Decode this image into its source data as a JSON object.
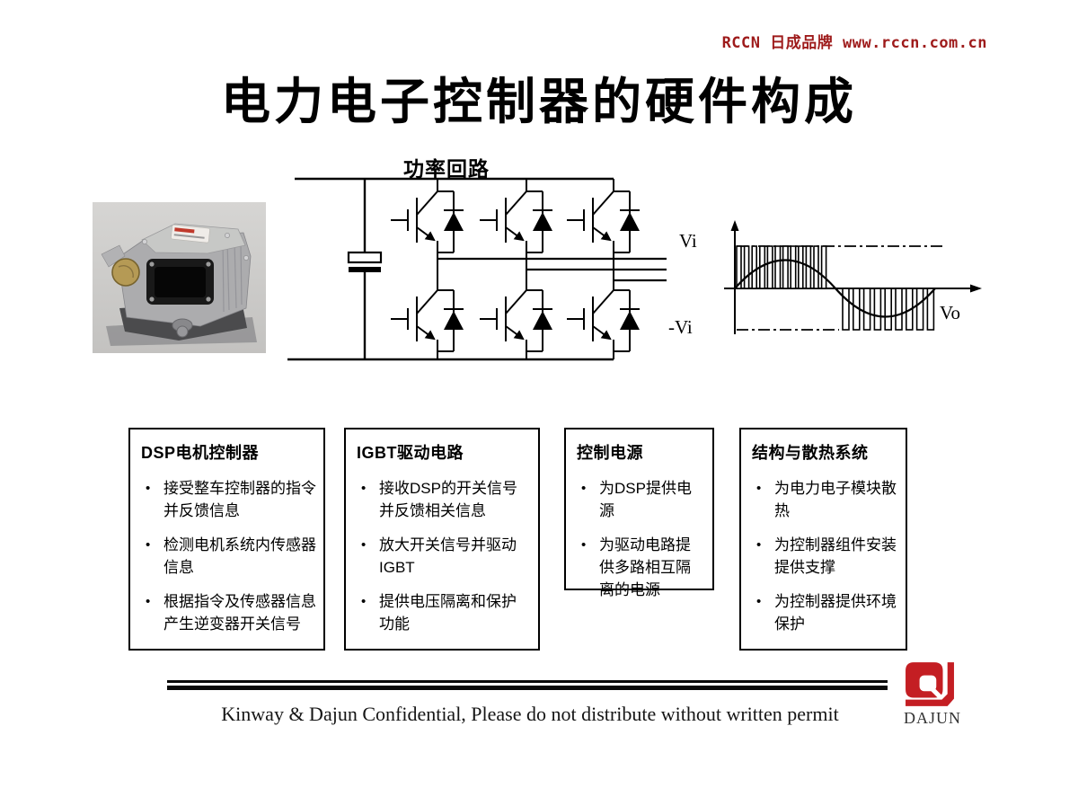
{
  "brand": {
    "text": "RCCN 日成品牌 www.rccn.com.cn",
    "color": "#9e1b1b"
  },
  "title": "电力电子控制器的硬件构成",
  "circuit": {
    "label": "功率回路"
  },
  "waveform": {
    "vi_label": "Vi",
    "neg_vi_label": "-Vi",
    "vo_label": "Vo"
  },
  "boxes": [
    {
      "title": "DSP电机控制器",
      "bullets": [
        "接受整车控制器的指令并反馈信息",
        "检测电机系统内传感器信息",
        "根据指令及传感器信息产生逆变器开关信号"
      ]
    },
    {
      "title": "IGBT驱动电路",
      "bullets": [
        "接收DSP的开关信号并反馈相关信息",
        "放大开关信号并驱动IGBT",
        "提供电压隔离和保护功能"
      ]
    },
    {
      "title": "控制电源",
      "bullets": [
        "为DSP提供电源",
        "为驱动电路提供多路相互隔离的电源"
      ]
    },
    {
      "title": "结构与散热系统",
      "bullets": [
        "为电力电子模块散热",
        "为控制器组件安装提供支撑",
        "为控制器提供环境保护"
      ]
    }
  ],
  "footer": {
    "confidential": "Kinway & Dajun Confidential, Please do not distribute without written permit",
    "logo_text": "DAJUN",
    "logo_color": "#c41e23"
  }
}
